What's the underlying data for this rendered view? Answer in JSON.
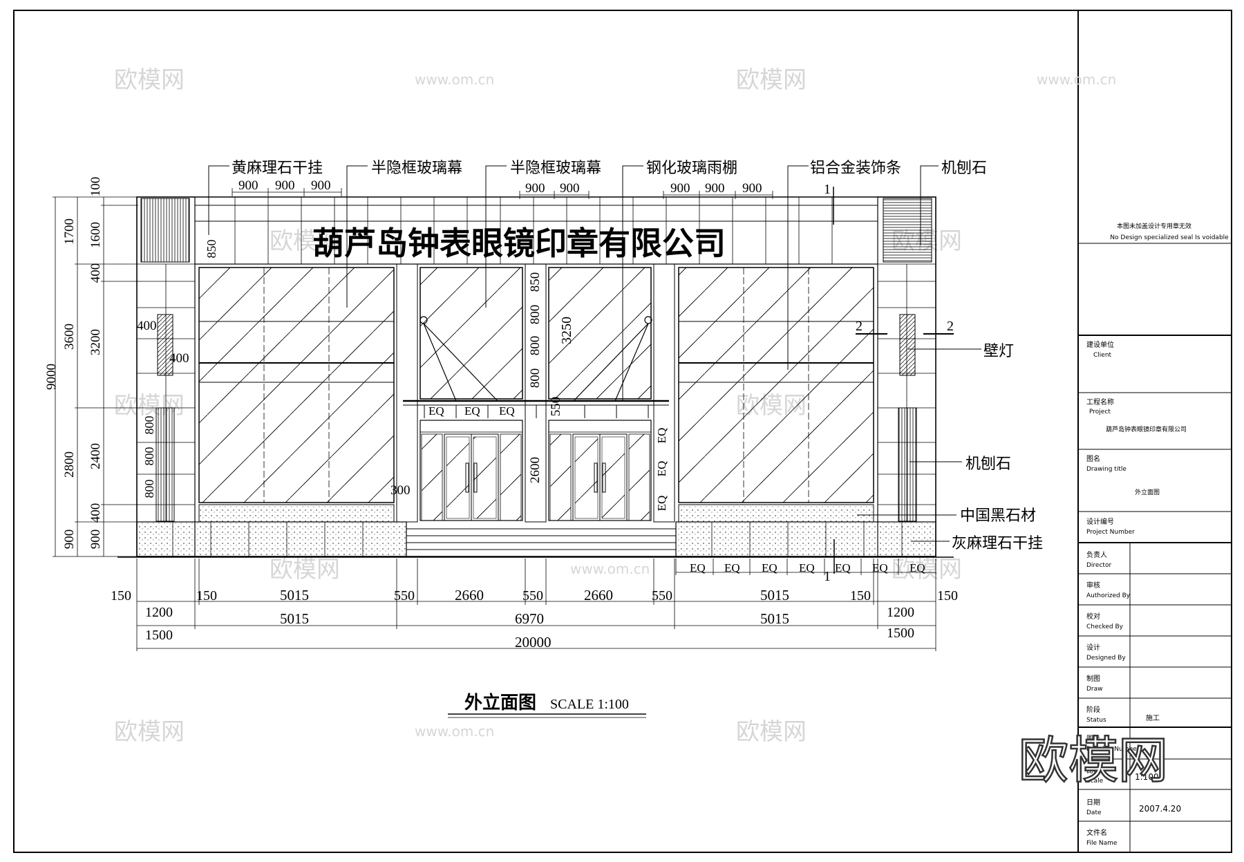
{
  "sign_text": "葫芦岛钟表眼镜印章有限公司",
  "drawing_title": "外立面图",
  "drawing_scale": "SCALE 1:100",
  "annotations": {
    "top": [
      "黄麻理石干挂",
      "半隐框玻璃幕",
      "半隐框玻璃幕",
      "钢化玻璃雨棚",
      "铝合金装饰条",
      "机刨石"
    ],
    "right": [
      "壁灯",
      "机刨石",
      "中国黑石材",
      "灰麻理石干挂"
    ]
  },
  "section_marks": [
    "1",
    "1",
    "2",
    "2"
  ],
  "dims": {
    "top_left_seg": [
      "900",
      "900",
      "900"
    ],
    "top_mid_seg": [
      "900",
      "900"
    ],
    "top_right_seg": [
      "900",
      "900",
      "900"
    ],
    "left_outer": [
      "1700",
      "3600",
      "2800",
      "900"
    ],
    "left_inner": [
      "100",
      "1600",
      "400",
      "3200",
      "2400",
      "400",
      "900"
    ],
    "left_total": "9000",
    "left_small": [
      "850",
      "400",
      "400",
      "800",
      "800",
      "800"
    ],
    "door_vertical": [
      "850",
      "800",
      "800",
      "800",
      "550",
      "2600"
    ],
    "door_height": "3250",
    "door_side": "300",
    "canopy_eq": [
      "EQ",
      "EQ",
      "EQ"
    ],
    "door_eq": [
      "EQ",
      "EQ",
      "EQ"
    ],
    "bottom_eq": [
      "EQ",
      "EQ",
      "EQ",
      "EQ",
      "EQ",
      "EQ",
      "EQ"
    ],
    "row1": [
      "150",
      "150",
      "5015",
      "550",
      "2660",
      "550",
      "2660",
      "550",
      "5015",
      "150",
      "150"
    ],
    "row2": [
      "1200",
      "5015",
      "6970",
      "5015",
      "1200"
    ],
    "row3": [
      "1500",
      "1500"
    ],
    "total": "20000"
  },
  "title_block": {
    "seal_cn": "本图未加盖设计专用章无效",
    "seal_en": "No Design specialized seal Is voidable",
    "rows": [
      {
        "cn": "建设单位",
        "en": "Client",
        "value": ""
      },
      {
        "cn": "工程名称",
        "en": "Project",
        "value": "葫芦岛钟表眼镜印章有限公司"
      },
      {
        "cn": "图名",
        "en": "Drawing  title",
        "value": "外立面图"
      },
      {
        "cn": "设计编号",
        "en": "Project  Number",
        "value": ""
      },
      {
        "cn": "负责人",
        "en": "Director",
        "value": ""
      },
      {
        "cn": "审核",
        "en": "Authorized By",
        "value": ""
      },
      {
        "cn": "校对",
        "en": "Checked  By",
        "value": ""
      },
      {
        "cn": "设计",
        "en": "Designed  By",
        "value": ""
      },
      {
        "cn": "制图",
        "en": "Draw",
        "value": ""
      },
      {
        "cn": "阶段",
        "en": "Status",
        "value": "施工"
      },
      {
        "cn": "图号",
        "en": "Drawing Number",
        "value": ""
      },
      {
        "cn": "比例",
        "en": "Scale",
        "value": "1:100"
      },
      {
        "cn": "日期",
        "en": "Date",
        "value": "2007.4.20"
      },
      {
        "cn": "文件名",
        "en": "File Name",
        "value": ""
      }
    ]
  },
  "watermark": {
    "logo": "欧模网",
    "url": "www.om.cn"
  }
}
